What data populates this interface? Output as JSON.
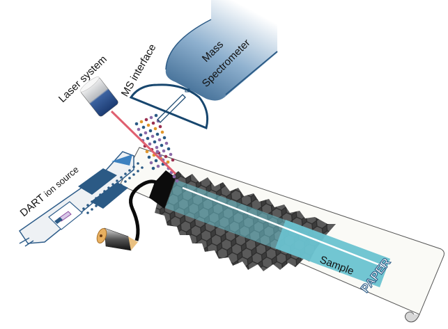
{
  "labels": {
    "mass_spectrometer_line1": "Mass",
    "mass_spectrometer_line2": "Spectrometer",
    "ms_interface": "MS interface",
    "laser_system": "Laser system",
    "dart_ion_source_bold": "DART",
    "dart_ion_source_rest": " ion source",
    "sample": "Sample",
    "paper": "PAPER"
  },
  "colors": {
    "ms_blue_dark": "#2b5a85",
    "ms_blue_light": "#ffffff",
    "interface_navy": "#17466e",
    "laser_beam": "#e06070",
    "sample_teal": "#6cc3d0",
    "sample_teal_dark": "#1f6b78",
    "pencil_black": "#111111",
    "dart_frame": "#2e5d8a",
    "dart_fill": "#eef1f4",
    "paper_fill": "#fafaf6"
  },
  "components": [
    {
      "id": "mass-spectrometer",
      "name": "Mass Spectrometer"
    },
    {
      "id": "ms-interface",
      "name": "MS interface"
    },
    {
      "id": "laser-system",
      "name": "Laser system"
    },
    {
      "id": "dart-ion-source",
      "name": "DART ion source"
    },
    {
      "id": "graphite-trace",
      "name": "Pencil-drawn graphite region"
    },
    {
      "id": "sample-strip",
      "name": "Sample"
    },
    {
      "id": "paper-substrate",
      "name": "PAPER"
    }
  ]
}
